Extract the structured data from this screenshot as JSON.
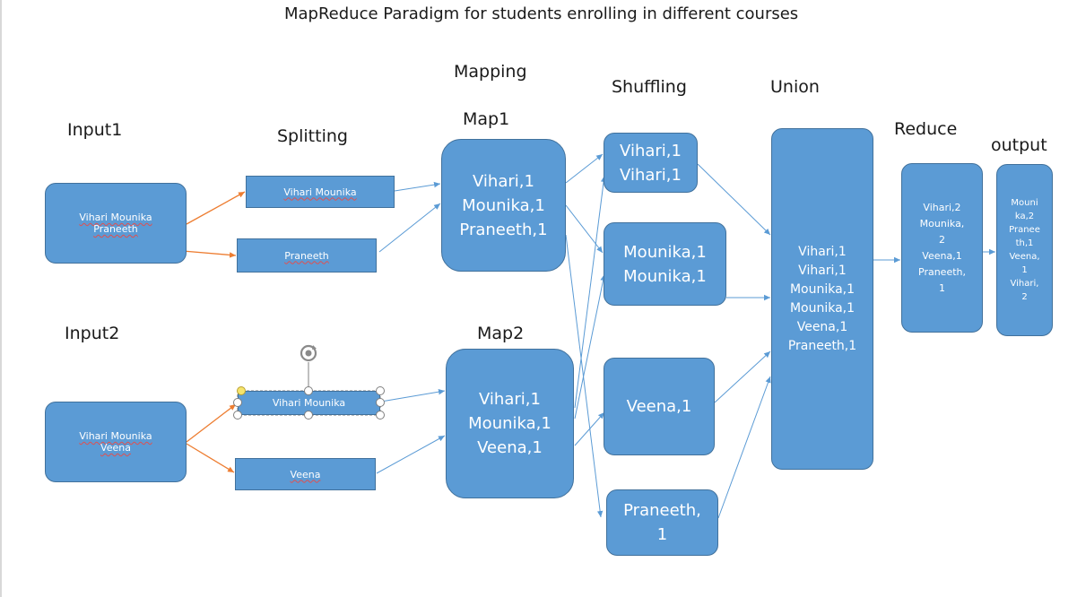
{
  "title": "MapReduce Paradigm for students enrolling in different courses",
  "labels": {
    "input1": "Input1",
    "input2": "Input2",
    "splitting": "Splitting",
    "mapping": "Mapping",
    "map1": "Map1",
    "map2": "Map2",
    "shuffling": "Shuffling",
    "union": "Union",
    "reduce": "Reduce",
    "output": "output"
  },
  "boxes": {
    "input1": {
      "line1": "Vihari Mounika",
      "line2": "Praneeth"
    },
    "input2": {
      "line1": "Vihari Mounika",
      "line2": "Veena"
    },
    "split1a": "Vihari Mounika",
    "split1b": "Praneeth",
    "split2a": "Vihari Mounika",
    "split2b": "Veena",
    "map1": "Vihari,1\nMounika,1\nPraneeth,1",
    "map2": "Vihari,1\nMounika,1\nVeena,1",
    "shuffle_vihari": "Vihari,1\nVihari,1",
    "shuffle_mounika": "Mounika,1\nMounika,1",
    "shuffle_veena": "Veena,1",
    "shuffle_praneeth": "Praneeth,\n1",
    "union": "Vihari,1\nVihari,1\nMounika,1\nMounika,1\nVeena,1\nPraneeth,1",
    "reduce": "Vihari,2\nMounika,\n2\nVeena,1\nPraneeth,\n1",
    "output": "Mouni\nka,2\nPranee\nth,1\nVeena,\n1\nVihari,\n2"
  },
  "colors": {
    "box_fill": "#5b9bd5",
    "box_border": "#41719c",
    "arrow_blue": "#5b9bd5",
    "arrow_orange": "#ed7d31",
    "spell_underline": "#e05050"
  },
  "icons": {
    "rotate_handle": "rotate-icon"
  }
}
